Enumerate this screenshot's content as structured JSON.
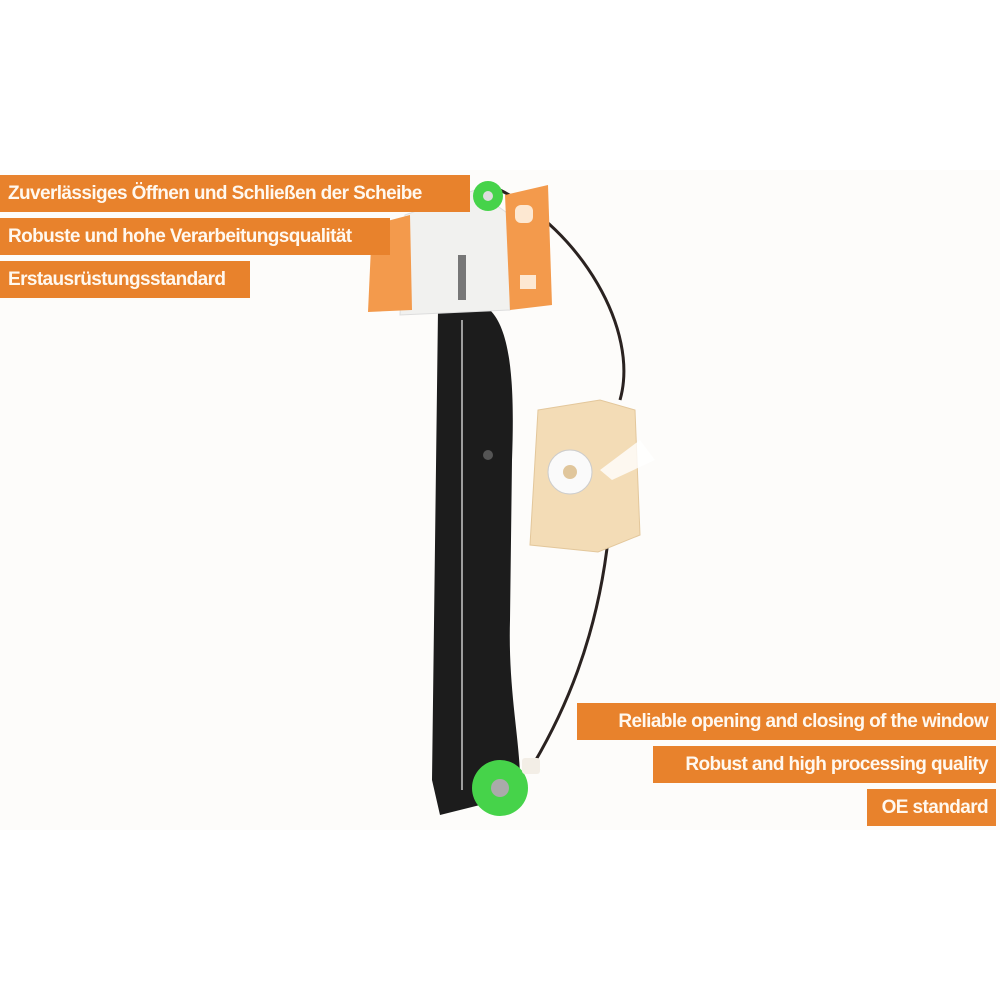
{
  "labels_de": [
    "Zuverlässiges Öffnen und Schließen der Scheibe",
    "Robuste und hohe Verarbeitungsqualität",
    "Erstausrüstungsstandard"
  ],
  "labels_en": [
    "Reliable opening and closing of the window",
    "Robust and high processing quality",
    "OE standard"
  ],
  "colors": {
    "label_bg": "#e8822c",
    "label_text": "#fff8ef",
    "rail": "#1c1c1c",
    "pulley": "#46d34a",
    "bracket": "#f39a4c",
    "motor_housing": "#f3dcb6"
  }
}
